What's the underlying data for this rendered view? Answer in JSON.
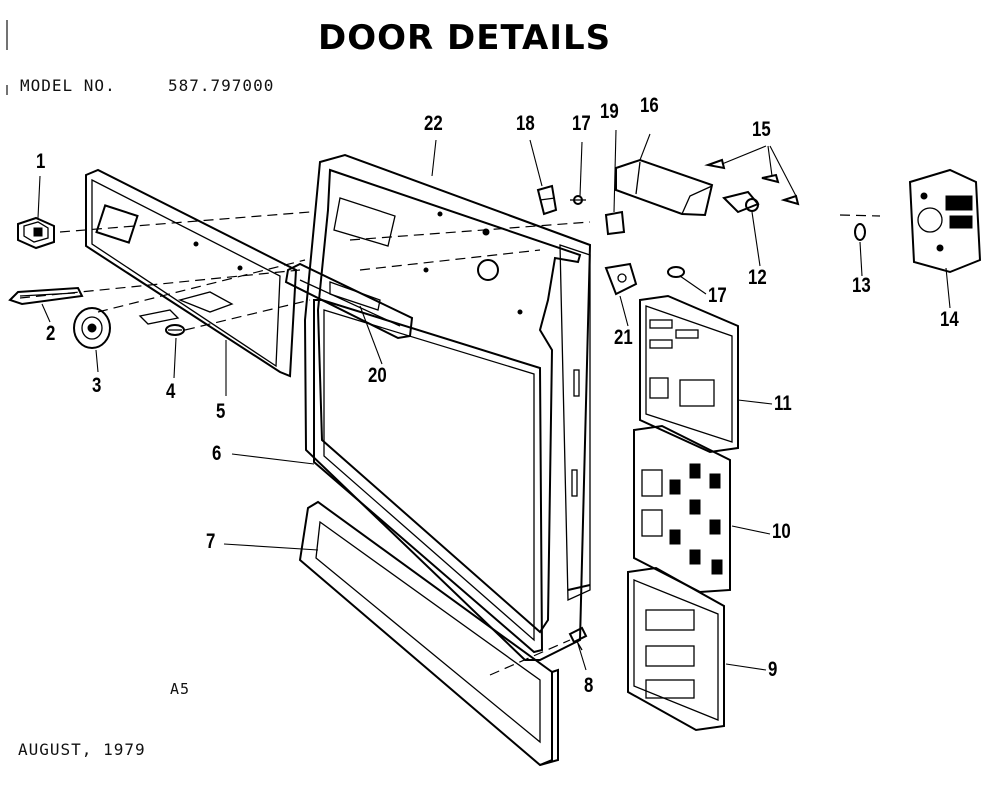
{
  "header": {
    "title": "DOOR DETAILS",
    "model_label": "MODEL NO.",
    "model_number": "587.797000"
  },
  "footer": {
    "date": "AUGUST, 1979",
    "page_code": "A5"
  },
  "callouts": [
    "1",
    "2",
    "3",
    "4",
    "5",
    "6",
    "7",
    "8",
    "9",
    "10",
    "11",
    "12",
    "13",
    "14",
    "15",
    "16",
    "17",
    "17",
    "18",
    "19",
    "20",
    "21",
    "22"
  ],
  "colors": {
    "ink": "#000000",
    "paper": "#ffffff"
  }
}
